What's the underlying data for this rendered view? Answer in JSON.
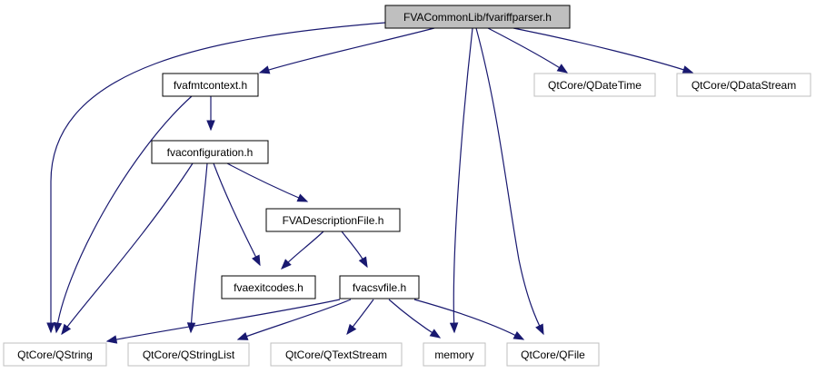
{
  "colors": {
    "edge": "#191970",
    "root_fill": "#bfbfbf",
    "node_fill": "#ffffff",
    "node_border": "#000000",
    "external_border": "#bfbfbf",
    "external_text": "#404040",
    "label_text": "#000000"
  },
  "nodes": {
    "root": {
      "label": "FVACommonLib/fvariffparser.h",
      "kind": "root"
    },
    "fvafmtcontext": {
      "label": "fvafmtcontext.h",
      "kind": "local"
    },
    "qdatetime": {
      "label": "QtCore/QDateTime",
      "kind": "external"
    },
    "qdatastream": {
      "label": "QtCore/QDataStream",
      "kind": "external"
    },
    "fvaconfiguration": {
      "label": "fvaconfiguration.h",
      "kind": "local"
    },
    "fvadescriptionfile": {
      "label": "FVADescriptionFile.h",
      "kind": "local"
    },
    "fvaexitcodes": {
      "label": "fvaexitcodes.h",
      "kind": "local"
    },
    "fvacsvfile": {
      "label": "fvacsvfile.h",
      "kind": "local"
    },
    "qstring": {
      "label": "QtCore/QString",
      "kind": "external"
    },
    "qstringlist": {
      "label": "QtCore/QStringList",
      "kind": "external"
    },
    "qtextstream": {
      "label": "QtCore/QTextStream",
      "kind": "external"
    },
    "memory": {
      "label": "memory",
      "kind": "external"
    },
    "qfile": {
      "label": "QtCore/QFile",
      "kind": "external"
    }
  },
  "edges": [
    {
      "from": "root",
      "to": "qstring"
    },
    {
      "from": "root",
      "to": "fvafmtcontext"
    },
    {
      "from": "root",
      "to": "memory"
    },
    {
      "from": "root",
      "to": "qfile"
    },
    {
      "from": "root",
      "to": "qdatetime"
    },
    {
      "from": "root",
      "to": "qdatastream"
    },
    {
      "from": "fvafmtcontext",
      "to": "fvaconfiguration"
    },
    {
      "from": "fvafmtcontext",
      "to": "qstring"
    },
    {
      "from": "fvaconfiguration",
      "to": "qstring"
    },
    {
      "from": "fvaconfiguration",
      "to": "qstringlist"
    },
    {
      "from": "fvaconfiguration",
      "to": "fvaexitcodes"
    },
    {
      "from": "fvaconfiguration",
      "to": "fvadescriptionfile"
    },
    {
      "from": "fvadescriptionfile",
      "to": "fvaexitcodes"
    },
    {
      "from": "fvadescriptionfile",
      "to": "fvacsvfile"
    },
    {
      "from": "fvacsvfile",
      "to": "qstring"
    },
    {
      "from": "fvacsvfile",
      "to": "qstringlist"
    },
    {
      "from": "fvacsvfile",
      "to": "qtextstream"
    },
    {
      "from": "fvacsvfile",
      "to": "memory"
    },
    {
      "from": "fvacsvfile",
      "to": "qfile"
    }
  ]
}
